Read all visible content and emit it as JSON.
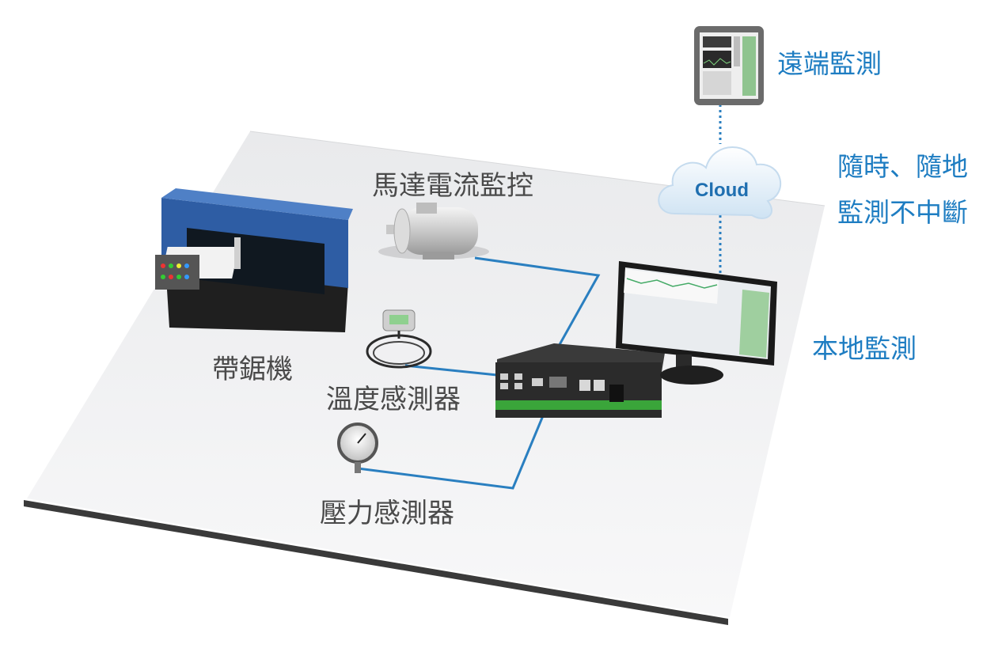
{
  "labels": {
    "remote_monitoring": "遠端監測",
    "anytime_anywhere": "隨時、隨地",
    "uninterrupted": "監測不中斷",
    "local_monitoring": "本地監測",
    "motor_current": "馬達電流監控",
    "band_saw": "帶鋸機",
    "temp_sensor": "溫度感測器",
    "pressure_sensor": "壓力感測器",
    "cloud": "Cloud"
  },
  "colors": {
    "accent_blue": "#1e7dc2",
    "connection_line": "#2a7fc0",
    "label_gray": "#4a4a4a",
    "machine_blue": "#2e5da4",
    "platform": "#f2f3f5"
  }
}
